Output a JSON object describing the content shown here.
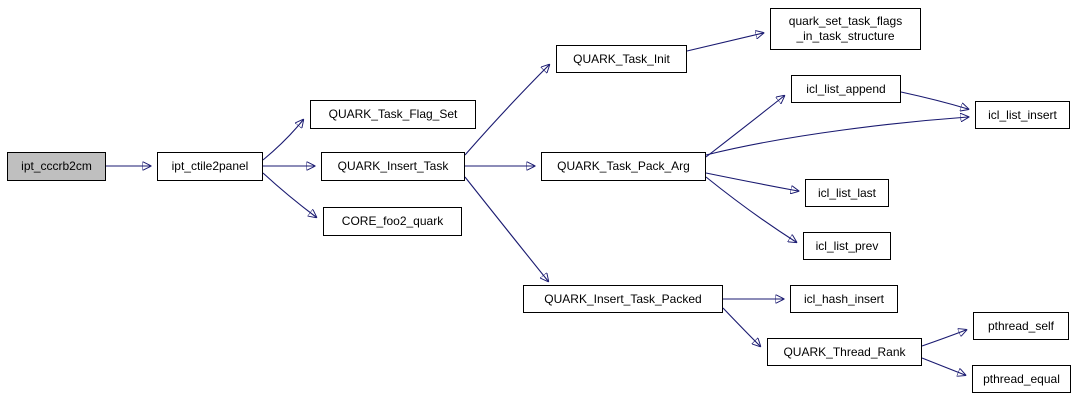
{
  "diagram": {
    "type": "call-graph",
    "edge_color": "#191970",
    "node_border_color": "#000000",
    "node_fill": "#ffffff",
    "root_node_fill": "#bfbfbf",
    "background_color": "#ffffff",
    "nodes": [
      {
        "label": "ipt_cccrb2cm",
        "root": true
      },
      {
        "label": "ipt_ctile2panel"
      },
      {
        "label": "QUARK_Task_Flag_Set"
      },
      {
        "label": "QUARK_Insert_Task"
      },
      {
        "label": "CORE_foo2_quark"
      },
      {
        "label": "QUARK_Task_Init"
      },
      {
        "label": "quark_set_task_flags\n_in_task_structure"
      },
      {
        "label": "QUARK_Task_Pack_Arg"
      },
      {
        "label": "icl_list_append"
      },
      {
        "label": "icl_list_insert"
      },
      {
        "label": "icl_list_last"
      },
      {
        "label": "icl_list_prev"
      },
      {
        "label": "QUARK_Insert_Task_Packed"
      },
      {
        "label": "icl_hash_insert"
      },
      {
        "label": "QUARK_Thread_Rank"
      },
      {
        "label": "pthread_self"
      },
      {
        "label": "pthread_equal"
      }
    ],
    "edges": [
      {
        "from": "ipt_cccrb2cm",
        "to": "ipt_ctile2panel"
      },
      {
        "from": "ipt_ctile2panel",
        "to": "QUARK_Task_Flag_Set"
      },
      {
        "from": "ipt_ctile2panel",
        "to": "QUARK_Insert_Task"
      },
      {
        "from": "ipt_ctile2panel",
        "to": "CORE_foo2_quark"
      },
      {
        "from": "QUARK_Insert_Task",
        "to": "QUARK_Task_Init"
      },
      {
        "from": "QUARK_Insert_Task",
        "to": "QUARK_Task_Pack_Arg"
      },
      {
        "from": "QUARK_Insert_Task",
        "to": "QUARK_Insert_Task_Packed"
      },
      {
        "from": "QUARK_Task_Init",
        "to": "quark_set_task_flags_in_task_structure"
      },
      {
        "from": "QUARK_Task_Pack_Arg",
        "to": "icl_list_append"
      },
      {
        "from": "QUARK_Task_Pack_Arg",
        "to": "icl_list_insert"
      },
      {
        "from": "QUARK_Task_Pack_Arg",
        "to": "icl_list_last"
      },
      {
        "from": "QUARK_Task_Pack_Arg",
        "to": "icl_list_prev"
      },
      {
        "from": "icl_list_append",
        "to": "icl_list_insert"
      },
      {
        "from": "QUARK_Insert_Task_Packed",
        "to": "icl_hash_insert"
      },
      {
        "from": "QUARK_Insert_Task_Packed",
        "to": "QUARK_Thread_Rank"
      },
      {
        "from": "QUARK_Thread_Rank",
        "to": "pthread_self"
      },
      {
        "from": "QUARK_Thread_Rank",
        "to": "pthread_equal"
      }
    ]
  }
}
